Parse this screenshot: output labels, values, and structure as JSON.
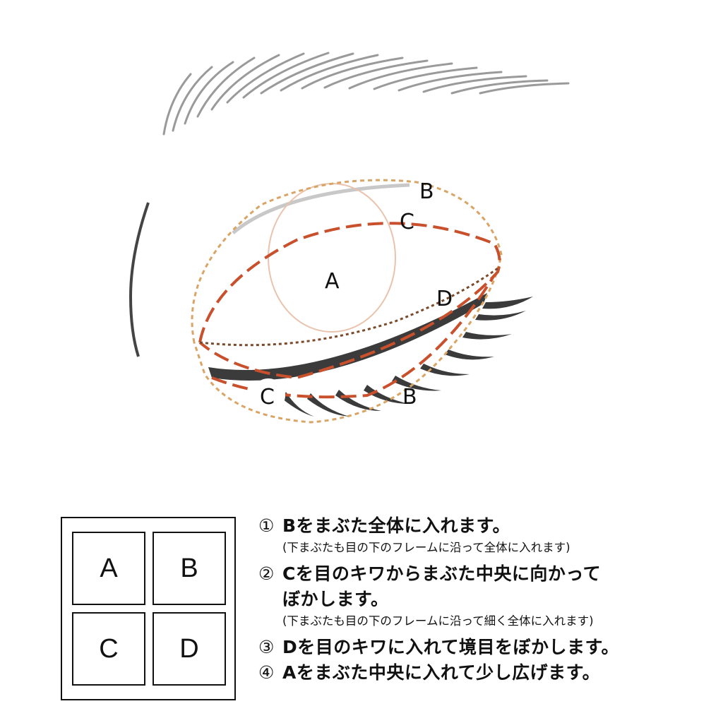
{
  "diagram": {
    "labels": {
      "a": "A",
      "b_top": "B",
      "c_top": "C",
      "d": "D",
      "c_bottom": "C",
      "b_bottom": "B"
    },
    "colors": {
      "b": "#d9a566",
      "c": "#c9502c",
      "d": "#7a4a2a",
      "a": "#e9c3ad",
      "lash": "#3b3b3b"
    }
  },
  "palette": {
    "cells": [
      "A",
      "B",
      "C",
      "D"
    ]
  },
  "steps": [
    {
      "num": "①",
      "text": "Bをまぶた全体に入れます。",
      "note": "(下まぶたも目の下のフレームに沿って全体に入れます)"
    },
    {
      "num": "②",
      "text": "Cを目のキワからまぶた中央に向かって",
      "cont": "ぼかします。",
      "note": "(下まぶたも目の下のフレームに沿って細く全体に入れます)"
    },
    {
      "num": "③",
      "text": "Dを目のキワに入れて境目をぼかします。"
    },
    {
      "num": "④",
      "text": "Aをまぶた中央に入れて少し広げます。"
    }
  ]
}
